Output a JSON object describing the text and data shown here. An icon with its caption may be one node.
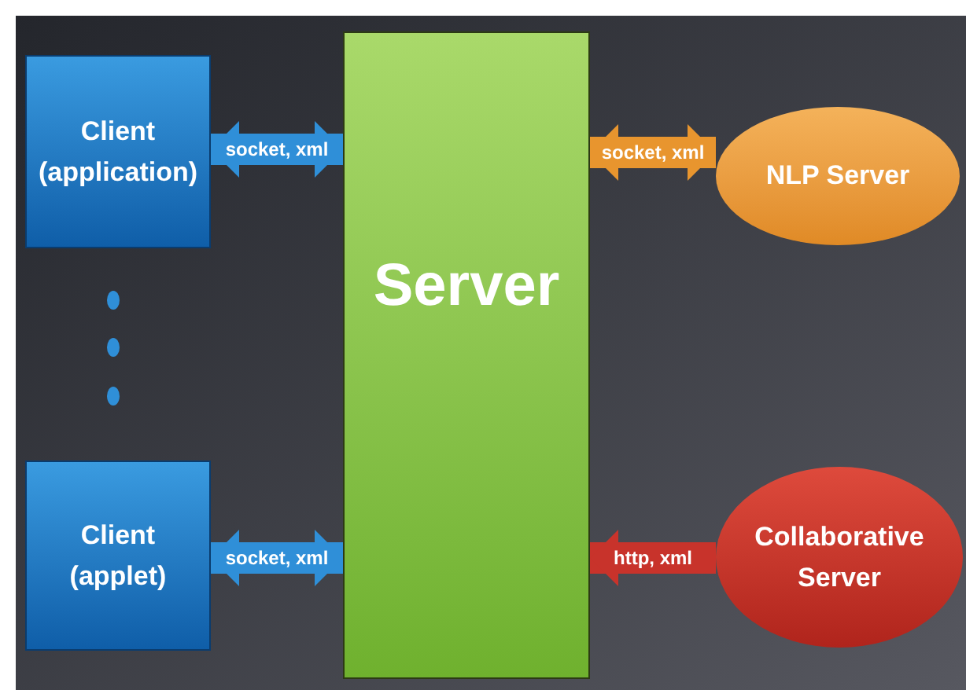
{
  "diagram": {
    "nodes": [
      {
        "text": [
          "Client (application)"
        ]
      },
      {
        "text": [
          "Client (applet)"
        ]
      },
      {
        "text": [
          "Server"
        ]
      },
      {
        "text": [
          "NLP Server"
        ]
      },
      {
        "text": [
          "Collaborative Server"
        ]
      }
    ],
    "edges": [
      {
        "from": 0,
        "to": 2,
        "arrow": "both",
        "label": "socket, xml"
      },
      {
        "from": 3,
        "to": 2,
        "arrow": "both",
        "label": "socket, xml",
        "color": "#e8952e"
      },
      {
        "from": 1,
        "to": 2,
        "arrow": "both",
        "label": "socket, xml"
      },
      {
        "from": 4,
        "to": 2,
        "arrow": "to",
        "label": "http, xml",
        "color": "#c8332b"
      }
    ]
  }
}
